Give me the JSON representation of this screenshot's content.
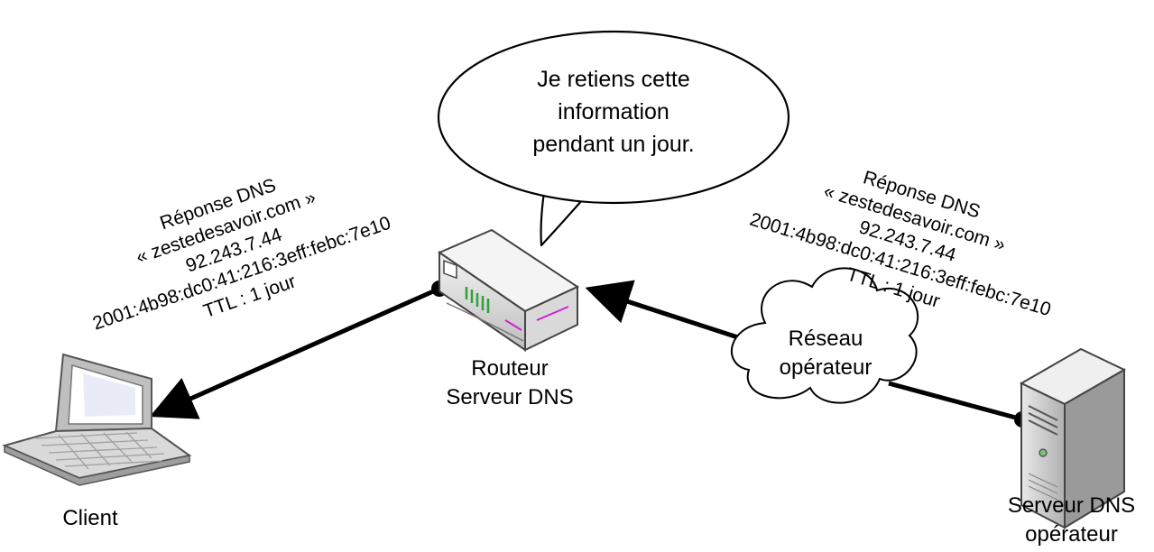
{
  "speech_bubble": {
    "line1": "Je retiens cette",
    "line2": "information",
    "line3": "pendant un jour."
  },
  "left_response": {
    "line1": "Réponse DNS",
    "line2": "« zestedesavoir.com »",
    "line3": "92.243.7.44",
    "line4": "2001:4b98:dc0:41:216:3eff:febc:7e10",
    "line5": "TTL : 1 jour"
  },
  "right_response": {
    "line1": "Réponse DNS",
    "line2": "« zestedesavoir.com »",
    "line3": "92.243.7.44",
    "line4": "2001:4b98:dc0:41:216:3eff:febc:7e10",
    "line5": "TTL : 1 jour"
  },
  "router": {
    "line1": "Routeur",
    "line2": "Serveur DNS"
  },
  "client": {
    "label": "Client"
  },
  "cloud": {
    "line1": "Réseau",
    "line2": "opérateur"
  },
  "server": {
    "line1": "Serveur DNS",
    "line2": "opérateur"
  },
  "colors": {
    "line": "#000000",
    "bubble_fill": "#ffffff",
    "device_grey": "#c8c8c8",
    "router_green": "#2fa03a",
    "router_magenta": "#d31fd3"
  },
  "icons": [
    "laptop-icon",
    "router-icon",
    "cloud-icon",
    "server-tower-icon"
  ]
}
